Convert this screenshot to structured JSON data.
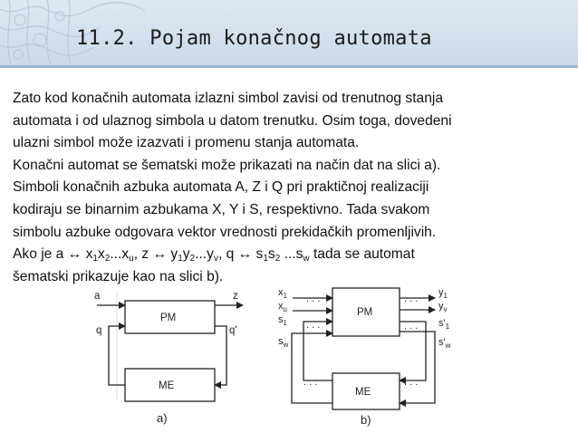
{
  "slide": {
    "title": "11.2. Pojam konačnog automata"
  },
  "paragraphs": {
    "p1_l1": "Zato kod konačnih automata izlazni simbol zavisi od trenutnog stanja",
    "p1_l2": "automata i od ulaznog simbola u datom trenutku. Osim toga, dovedeni",
    "p1_l3": "ulazni simbol može izazvati i promenu stanja automata.",
    "p2_l1": "Konačni automat se šematski može prikazati na način dat na slici a).",
    "p3_l1": "Simboli konačnih azbuka automata A, Z i Q pri praktičnoj realizaciji",
    "p3_l2": "kodiraju se binarnim azbukama X, Y i S, respektivno. Tada svakom",
    "p3_l3": "simbolu azbuke odgovara vektor vrednosti prekidačkih promenljivih.",
    "p4": {
      "t1": "Ako je a ↔ x",
      "s1": "1",
      "t2": "x",
      "s2": "2",
      "t3": "...x",
      "s3": "u",
      "t4": ", z ↔ y",
      "s4": "1",
      "t5": "y",
      "s5": "2",
      "t6": "...y",
      "s6": "v",
      "t7": ", q ↔ s",
      "s7": "1",
      "t8": "s",
      "s8": "2",
      "t9": " ...s",
      "s9": "w",
      "t10": " tada se automat"
    },
    "p4_l2": "šematski prikazuje kao na slici b)."
  },
  "figure_a": {
    "input_label": "a",
    "output_label": "z",
    "state_in_label": "q",
    "state_out_label": "q'",
    "block_top": "PM",
    "block_bottom": "ME",
    "caption": "a)"
  },
  "figure_b": {
    "in_x1": "x",
    "in_x1_sub": "1",
    "in_xu": "x",
    "in_xu_sub": "u",
    "in_s1": "s",
    "in_s1_sub": "1",
    "in_sw": "s",
    "in_sw_sub": "w",
    "out_y1": "y",
    "out_y1_sub": "1",
    "out_yv": "y",
    "out_yv_sub": "v",
    "out_s1": "s'",
    "out_s1_sub": "1",
    "out_sw": "s'",
    "out_sw_sub": "w",
    "dots": ". . .",
    "block_top": "PM",
    "block_bottom": "ME",
    "caption": "b)"
  },
  "colors": {
    "header_bg": "#cbd9ea",
    "header_pattern": "#b7c8dd",
    "rule": "#9db3cf"
  }
}
